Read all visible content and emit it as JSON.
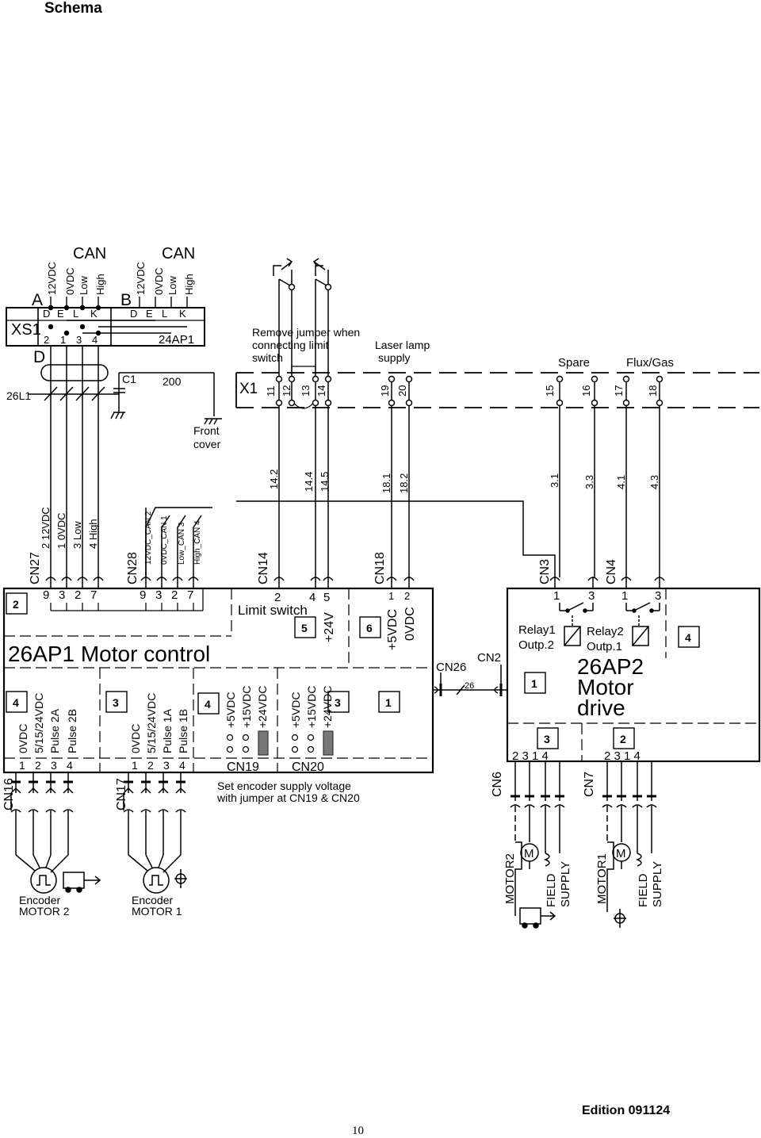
{
  "header": {
    "title": "Schema"
  },
  "footer": {
    "edition": "Edition 091124",
    "page": "10"
  },
  "xs1": {
    "title": "XS1",
    "board": "24AP1",
    "can_a": "CAN",
    "can_b": "CAN",
    "conn_a": "A",
    "conn_b": "B",
    "conn_d": "D",
    "pins_a_top": [
      "12VDC",
      "0VDC",
      "Low",
      "High"
    ],
    "pins_b_top": [
      "12VDC",
      "0VDC",
      "Low",
      "High"
    ],
    "letters_a": [
      "D",
      "E",
      "L",
      "K"
    ],
    "letters_b": [
      "D",
      "E",
      "L",
      "K"
    ],
    "nums": [
      "2",
      "1",
      "3",
      "4"
    ],
    "cable": "26L1",
    "cap": "C1",
    "wire": "200",
    "front_cover": [
      "Front",
      "cover"
    ]
  },
  "x1": {
    "label": "X1",
    "jumper_note": [
      "Remove jumper when",
      "connecting limit",
      "switch"
    ],
    "laser": [
      "Laser lamp",
      "supply"
    ],
    "spare": "Spare",
    "flux": "Flux/Gas",
    "terms": [
      "11",
      "12",
      "13",
      "14",
      "19",
      "20",
      "15",
      "16",
      "17",
      "18"
    ],
    "wire_labels": [
      "14.2",
      "14.4",
      "14.5",
      "18.1",
      "18.2",
      "3.1",
      "3.3",
      "4.1",
      "4.3"
    ]
  },
  "cn27": {
    "name": "CN27",
    "pins": [
      "2  12VDC",
      "1  0VDC",
      "3  Low",
      "4  High"
    ],
    "nums": [
      "9",
      "3",
      "2",
      "7"
    ]
  },
  "cn28": {
    "name": "CN28",
    "pins": [
      "12VDC_CAN 2",
      "0VDC_CAN  1",
      "Low_CAN  3",
      "High_CAN  4"
    ],
    "nums": [
      "9",
      "3",
      "2",
      "7"
    ]
  },
  "cn14": {
    "name": "CN14",
    "nums": [
      "2",
      "4",
      "5"
    ],
    "limit": "Limit switch",
    "v24": "+24V"
  },
  "cn18": {
    "name": "CN18",
    "v5": "+5VDC",
    "v0": "0VDC",
    "nums": [
      "1",
      "2"
    ]
  },
  "ap1": {
    "title": "26AP1 Motor control",
    "boxes": [
      "2",
      "5",
      "6",
      "4",
      "3",
      "4",
      "3",
      "1"
    ],
    "cn16_pins": [
      "0VDC",
      "5/15/24VDC",
      "Pulse 2A",
      "Pulse 2B"
    ],
    "cn17_pins": [
      "0VDC",
      "5/15/24VDC",
      "Pulse 1A",
      "Pulse 1B"
    ],
    "cn19_v": [
      "+5VDC",
      "+15VDC",
      "+24VDC"
    ],
    "cn20_v": [
      "+5VDC",
      "+15VDC",
      "+24VDC"
    ],
    "cn16_nums": [
      "1",
      "2",
      "3",
      "4"
    ],
    "cn17_nums": [
      "1",
      "2",
      "3",
      "4"
    ],
    "cn19": "CN19",
    "cn20": "CN20",
    "note": [
      "Set encoder supply voltage",
      "with jumper  at CN19 & CN20"
    ]
  },
  "cn16": "CN16",
  "cn17": "CN17",
  "enc2": [
    "Encoder",
    "MOTOR 2"
  ],
  "enc1": [
    "Encoder",
    "MOTOR 1"
  ],
  "cn26": {
    "name": "CN26",
    "wire": "26"
  },
  "cn2": "CN2",
  "ap2": {
    "title": [
      "26AP2",
      "Motor",
      "drive"
    ],
    "cn3": "CN3",
    "cn4": "CN4",
    "cn3_nums": [
      "1",
      "3"
    ],
    "cn4_nums": [
      "1",
      "3"
    ],
    "relay1": [
      "Relay1",
      "Outp.2"
    ],
    "relay2": [
      "Relay2",
      "Outp.1"
    ],
    "boxes": [
      "4",
      "1",
      "3",
      "2"
    ],
    "cn6_nums": "2 3   1 4",
    "cn7_nums": "2 3   1 4"
  },
  "cn6": "CN6",
  "cn7": "CN7",
  "motor2": "MOTOR2",
  "motor1": "MOTOR1",
  "field": [
    "FIELD",
    "SUPPLY"
  ],
  "motor_symbol": "M"
}
